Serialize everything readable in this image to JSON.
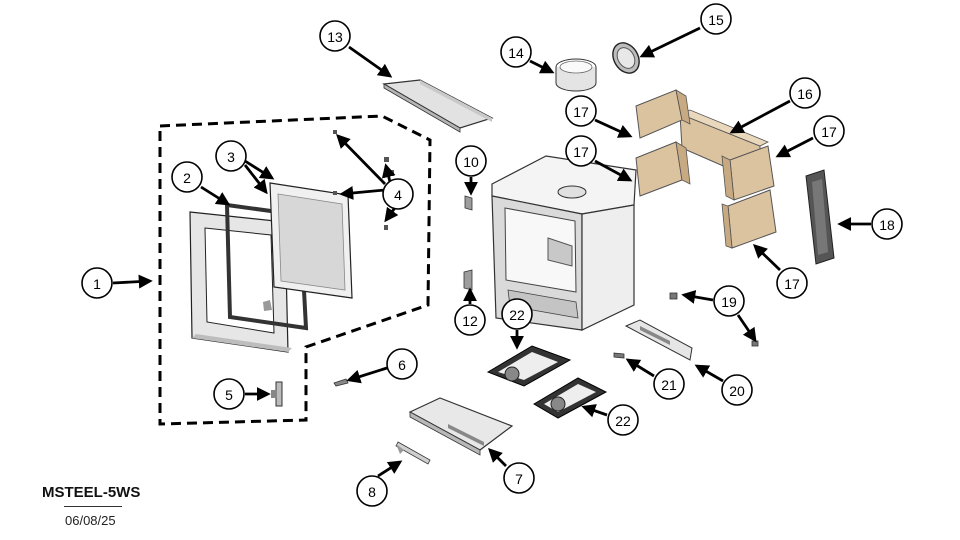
{
  "drawing": {
    "model_code": "MSTEEL-5WS",
    "date": "06/08/25",
    "colors": {
      "firebrick": "#dcc3a0",
      "firebrick_dark": "#c7aa82",
      "steel": "#e8e8e8",
      "steel_dark": "#9a9a9a",
      "glass": "#d7d7d7",
      "ink": "#000000"
    }
  },
  "callouts": [
    {
      "n": "1"
    },
    {
      "n": "2"
    },
    {
      "n": "3"
    },
    {
      "n": "4"
    },
    {
      "n": "5"
    },
    {
      "n": "6"
    },
    {
      "n": "7"
    },
    {
      "n": "8"
    },
    {
      "n": "10"
    },
    {
      "n": "12"
    },
    {
      "n": "13"
    },
    {
      "n": "14"
    },
    {
      "n": "15"
    },
    {
      "n": "16"
    },
    {
      "n": "17"
    },
    {
      "n": "17"
    },
    {
      "n": "17"
    },
    {
      "n": "17"
    },
    {
      "n": "18"
    },
    {
      "n": "19"
    },
    {
      "n": "20"
    },
    {
      "n": "21"
    },
    {
      "n": "22"
    },
    {
      "n": "22"
    }
  ]
}
